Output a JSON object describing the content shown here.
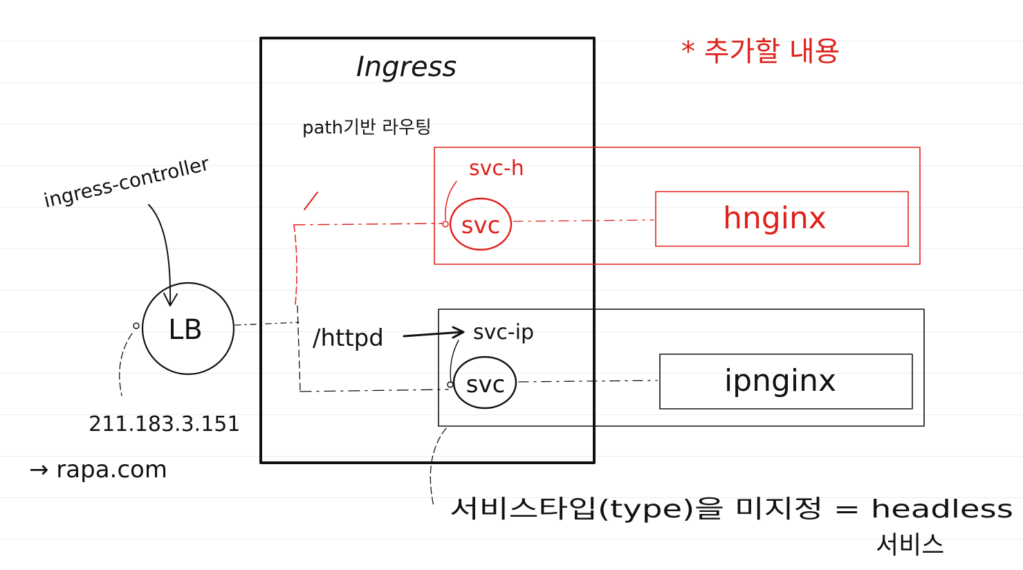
{
  "colors": {
    "ink": "#111111",
    "accent": "#e0201a"
  },
  "ingress": {
    "title": "Ingress",
    "routing_label": "path기반 라우팅"
  },
  "controller": {
    "label": "ingress-controller"
  },
  "lb": {
    "label": "LB",
    "ip": "211.183.3.151",
    "domain": "→ rapa.com"
  },
  "note": {
    "title": "* 추가할 내용"
  },
  "svc_h": {
    "name": "svc-h",
    "node": "svc",
    "deployment": "hnginx"
  },
  "svc_ip": {
    "path": "/httpd",
    "name": "svc-ip",
    "node": "svc",
    "deployment": "ipnginx"
  },
  "headless_note": {
    "line1": "서비스타입(type)을 미지정 = headless",
    "line2": "서비스"
  }
}
